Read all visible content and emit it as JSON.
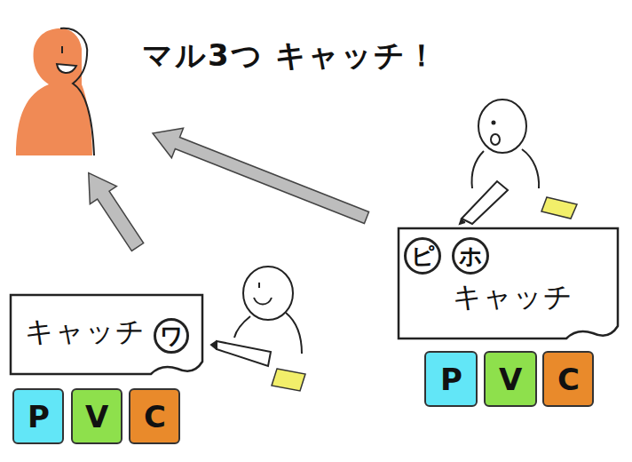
{
  "diagram": {
    "title": "マル3つ キャッチ！",
    "nodes": [
      {
        "text": [
          "キャッチ"
        ]
      },
      {
        "text": [
          "ピ"
        ],
        "in": 0
      },
      {
        "text": [
          "ホ"
        ],
        "in": 0
      },
      {
        "text": [
          "キャッチ"
        ]
      },
      {
        "text": [
          "ワ"
        ],
        "in": 3
      },
      {
        "text": [
          "P"
        ]
      },
      {
        "text": [
          "V"
        ]
      },
      {
        "text": [
          "C"
        ]
      },
      {
        "text": [
          "P"
        ]
      },
      {
        "text": [
          "V"
        ]
      },
      {
        "text": [
          "C"
        ]
      }
    ]
  }
}
